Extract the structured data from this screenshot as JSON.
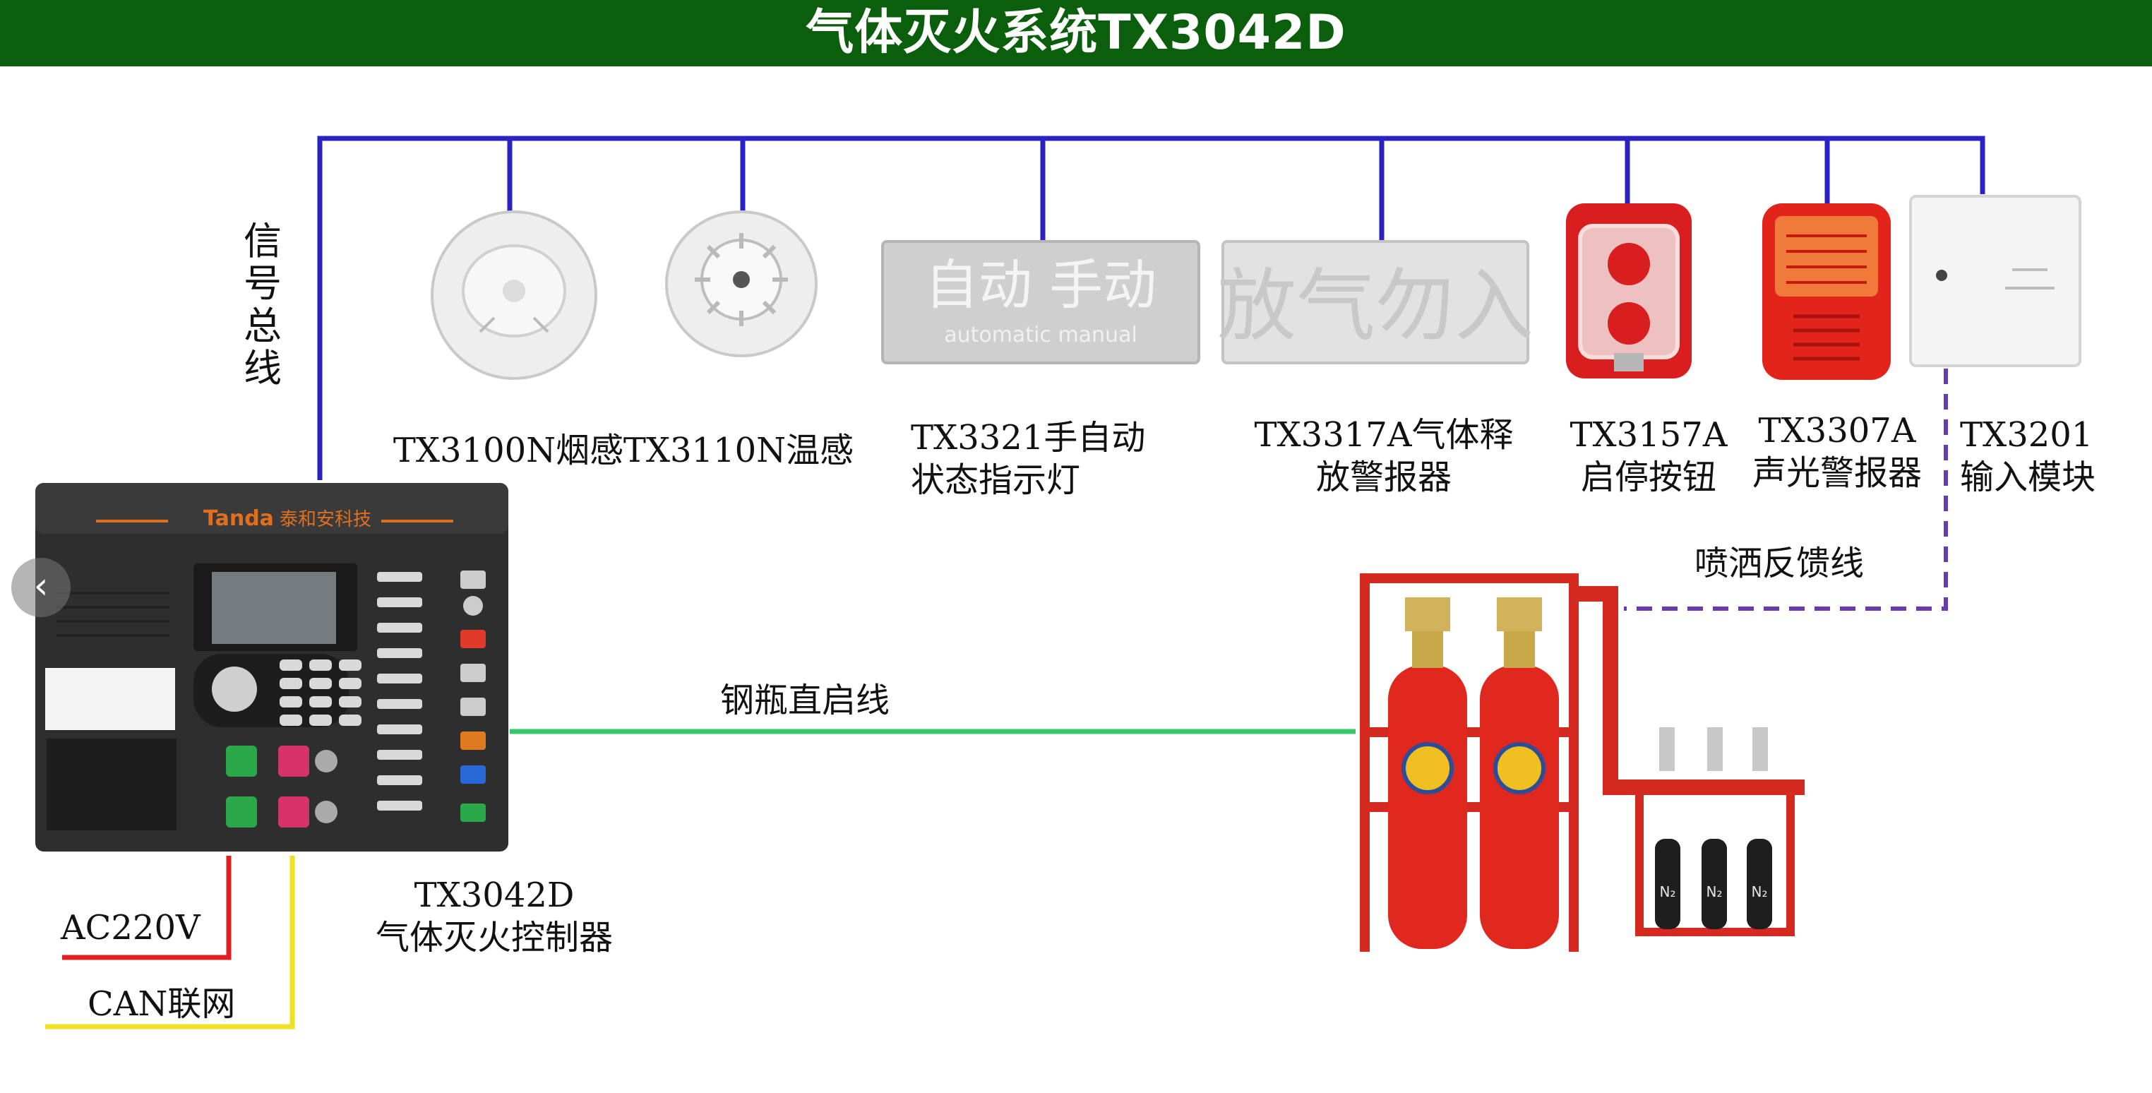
{
  "header": {
    "title": "气体灭火系统TX3042D"
  },
  "bus": {
    "label": "信号总线",
    "color": "#2b22c4"
  },
  "devices": [
    {
      "model": "TX3100N烟感"
    },
    {
      "model": "TX3110N温感"
    },
    {
      "model": "TX3321手自动",
      "model_line2": "状态指示灯",
      "panel_text": "自动 手动",
      "panel_subtext": "automatic  manual"
    },
    {
      "model": "TX3317A气体释",
      "model_line2": "放警报器",
      "panel_text": "放气勿入"
    },
    {
      "model": "TX3157A",
      "model_line2": "启停按钮"
    },
    {
      "model": "TX3307A",
      "model_line2": "声光警报器"
    },
    {
      "model": "TX3201",
      "model_line2": "输入模块"
    }
  ],
  "controller": {
    "brand": "Tanda",
    "brand_cn": "泰和安科技",
    "model": "TX3042D",
    "name": "气体灭火控制器"
  },
  "wires": {
    "cylinder_start": {
      "label": "钢瓶直启线",
      "color": "#33c76a"
    },
    "spray_feedback": {
      "label": "喷洒反馈线",
      "color": "#6a3bb0"
    },
    "power": {
      "label": "AC220V",
      "color": "#e02020"
    },
    "network": {
      "label": "CAN联网",
      "color": "#f0e020"
    }
  },
  "cylinder_bank": {
    "main_count": 2,
    "pilot_count": 3,
    "pilot_mark": "N₂"
  },
  "nav": {
    "prev_label": "‹"
  }
}
